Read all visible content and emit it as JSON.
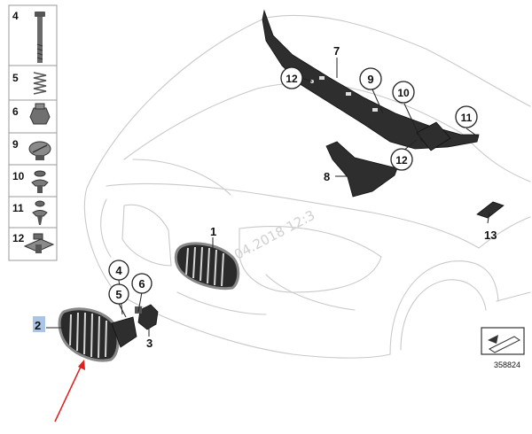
{
  "parts_panel": {
    "items": [
      {
        "num": "4",
        "icon": "bolt-icon"
      },
      {
        "num": "5",
        "icon": "spring-icon"
      },
      {
        "num": "6",
        "icon": "clip-nut-icon"
      },
      {
        "num": "9",
        "icon": "round-plug-icon"
      },
      {
        "num": "10",
        "icon": "expanding-rivet-icon"
      },
      {
        "num": "11",
        "icon": "push-rivet-icon"
      },
      {
        "num": "12",
        "icon": "clamp-clip-icon"
      }
    ]
  },
  "callouts": {
    "p1": "1",
    "p2": "2",
    "p3": "3",
    "p4": "4",
    "p5": "5",
    "p6": "6",
    "p7": "7",
    "p8": "8",
    "p9": "9",
    "p10": "10",
    "p11": "11",
    "p12a": "12",
    "p12b": "12",
    "p13": "13"
  },
  "watermark": "8.04.2018 12:3",
  "diagram_number": "358824",
  "colors": {
    "highlight": "#a9c4e4",
    "arrow": "#e02020",
    "lines": "#c9c9c9",
    "parts": "#2e2e2e"
  }
}
